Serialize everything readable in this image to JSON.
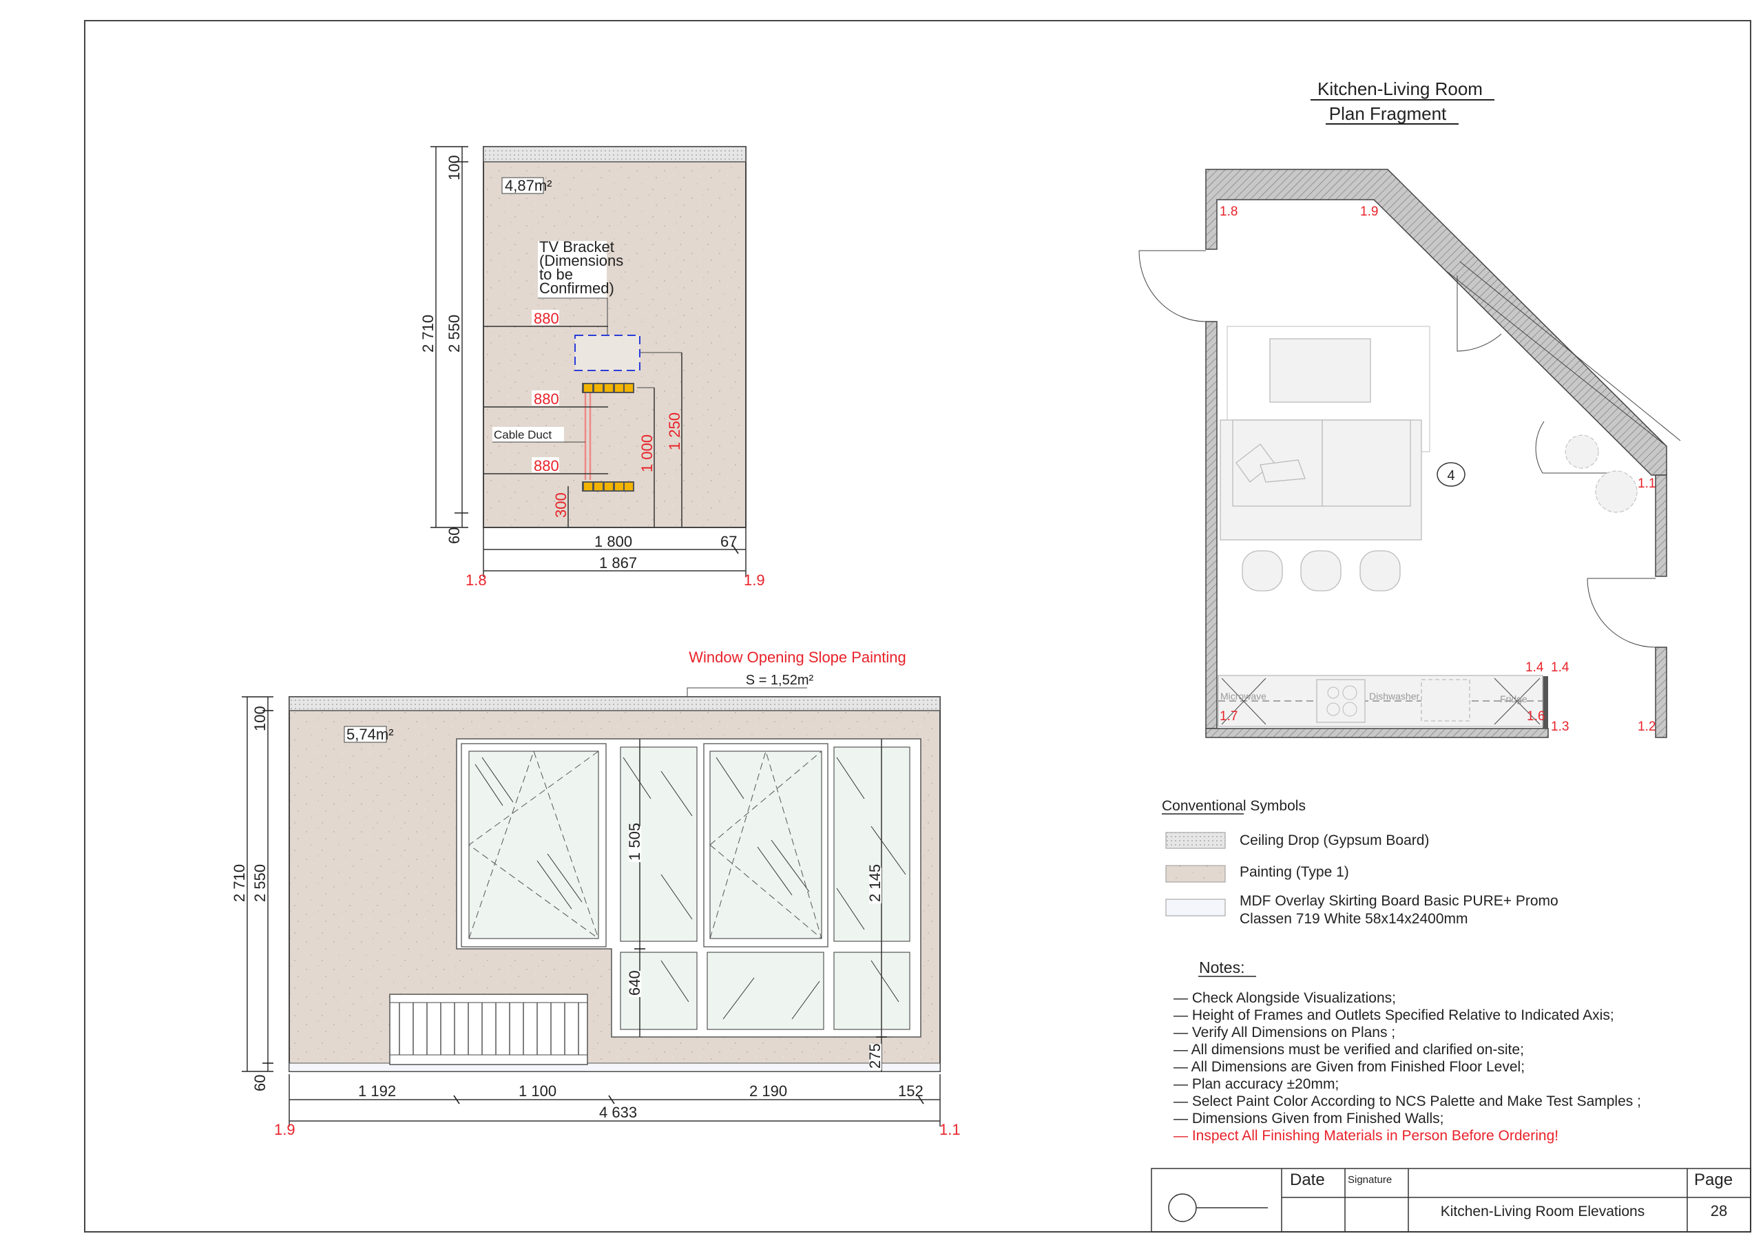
{
  "elevation_1": {
    "area": "4,87m²",
    "tv_bracket_label": [
      "TV Bracket",
      "(Dimensions",
      "to be",
      "Confirmed)"
    ],
    "cable_duct_label": "Cable Duct",
    "red_dims": {
      "offset_tv": "880",
      "offset_socket_top": "880",
      "offset_socket_bottom": "880",
      "h_socket_bottom": "300",
      "h_socket_top": "1 000",
      "h_tv": "1 250"
    },
    "vertical_dims": {
      "total": "2 710",
      "wall": "2 550",
      "ceiling": "100",
      "skirting": "60"
    },
    "horizontal_dims": {
      "main": "1 800",
      "rest": "67",
      "total": "1 867"
    },
    "axes": {
      "left": "1.8",
      "right": "1.9"
    }
  },
  "elevation_2": {
    "area": "5,74m²",
    "slope_title": "Window Opening Slope Painting",
    "slope_area": "S = 1,52m²",
    "vertical_dims": {
      "total": "2 710",
      "wall": "2 550",
      "ceiling": "100",
      "skirting": "60",
      "window_upper": "1 505",
      "window_lower": "640",
      "window_total": "2 145",
      "sill": "275"
    },
    "horizontal_dims": {
      "d1": "1 192",
      "d2": "1 100",
      "d3": "2 190",
      "d4": "152",
      "total": "4 633"
    },
    "axes": {
      "left": "1.9",
      "right": "1.1"
    }
  },
  "plan": {
    "title_line1": "Kitchen-Living Room",
    "title_line2": "Plan Fragment",
    "room_number": "4",
    "appliances": {
      "microwave": "Microwave",
      "dishwasher": "Dishwasher",
      "fridge": "Fridge"
    },
    "axis_marks": {
      "a18": "1.8",
      "a19": "1.9",
      "a11": "1.1",
      "a17": "1.7",
      "a16": "1.6",
      "a14a": "1.4",
      "a14b": "1.4",
      "a13": "1.3",
      "a12": "1.2"
    }
  },
  "legend": {
    "title": "Conventional Symbols",
    "items": [
      {
        "label": "Ceiling Drop (Gypsum Board)"
      },
      {
        "label": "Painting (Type 1)"
      },
      {
        "label": "MDF Overlay Skirting Board Basic PURE+ Promo",
        "label2": "Classen 719 White 58x14x2400mm"
      }
    ]
  },
  "notes": {
    "title": "Notes:",
    "items": [
      "— Check Alongside Visualizations;",
      "— Height of Frames and Outlets Specified Relative to Indicated Axis;",
      "— Verify All Dimensions on Plans ;",
      "— All dimensions must be verified and clarified on-site;",
      "— All Dimensions are Given from Finished Floor Level;",
      "— Plan accuracy ±20mm;",
      "— Select Paint Color According to NCS Palette and Make Test Samples ;",
      "— Dimensions Given from Finished Walls;"
    ],
    "warning": "— Inspect All Finishing Materials in Person Before Ordering!"
  },
  "title_block": {
    "date_label": "Date",
    "signature_label": "Signature",
    "page_label": "Page",
    "sheet_title": "Kitchen-Living Room Elevations",
    "page_number": "28"
  },
  "colors": {
    "accent_red": "#e8222a",
    "paint": "#e2d8cf",
    "tv_bracket": "#2b3bd8",
    "socket": "#f2b400"
  }
}
